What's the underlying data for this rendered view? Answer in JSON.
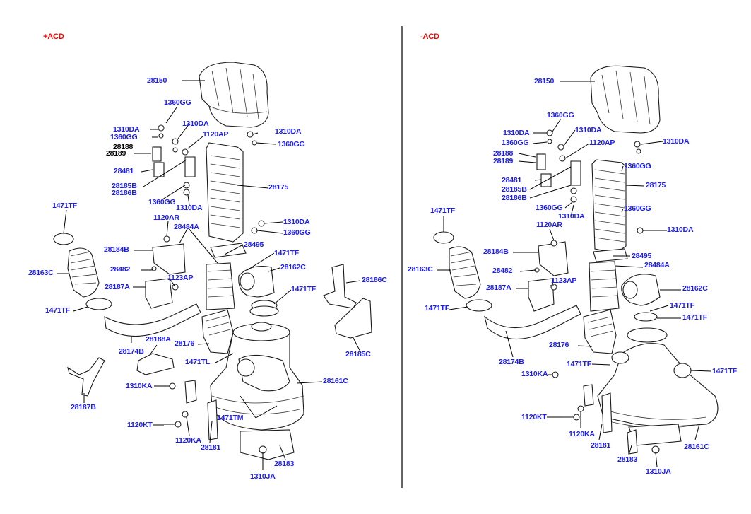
{
  "variants": [
    {
      "tag": "+ACD",
      "labels": [
        "28150",
        "1360GG",
        "1310DA",
        "1360GG",
        "1310DA",
        "28188",
        "28189",
        "1120AP",
        "1310DA",
        "1360GG",
        "28481",
        "28185B",
        "28186B",
        "1360GG",
        "1310DA",
        "28175",
        "1471TF",
        "1120AR",
        "28484A",
        "1310DA",
        "1360GG",
        "28184B",
        "28495",
        "1471TF",
        "28163C",
        "28482",
        "28162C",
        "1123AP",
        "28187A",
        "28186C",
        "1471TF",
        "1471TF",
        "28176",
        "28188A",
        "28174B",
        "1471TL",
        "28185C",
        "28187B",
        "1310KA",
        "28161C",
        "1471TM",
        "1120KT",
        "1120KA",
        "28181",
        "28183",
        "1310JA"
      ]
    },
    {
      "tag": "-ACD",
      "labels": [
        "28150",
        "1360GG",
        "1310DA",
        "1310DA",
        "1360GG",
        "1310DA",
        "28188",
        "1120AP",
        "28189",
        "1360GG",
        "28481",
        "28185B",
        "28175",
        "28186B",
        "1360GG",
        "1471TF",
        "1310DA",
        "1360GG",
        "1120AR",
        "1310DA",
        "28184B",
        "28495",
        "28163C",
        "28484A",
        "28482",
        "28162C",
        "1123AP",
        "28187A",
        "1471TF",
        "1471TF",
        "1471TF",
        "28176",
        "28174B",
        "1471TF",
        "1471TF",
        "1310KA",
        "1120KT",
        "1120KA",
        "28181",
        "28161C",
        "28183",
        "1310JA"
      ]
    }
  ]
}
